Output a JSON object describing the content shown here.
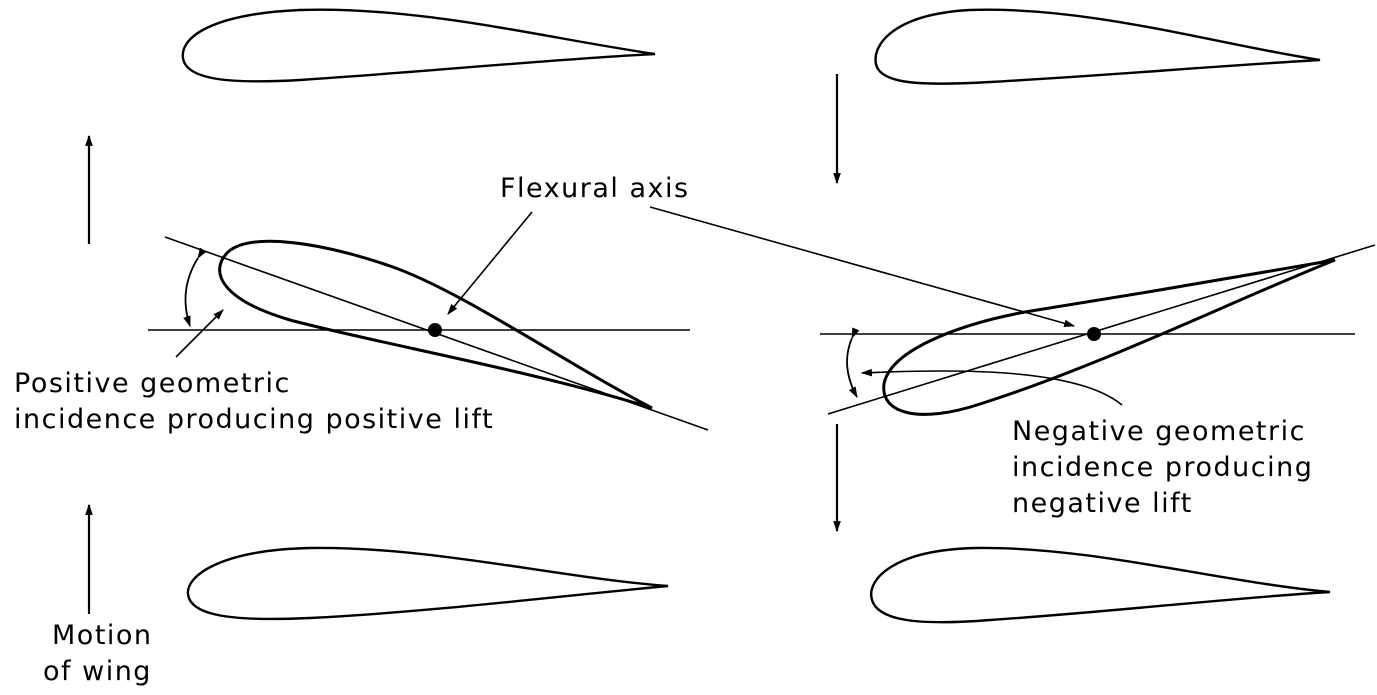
{
  "labels": {
    "flexural_axis": "Flexural axis",
    "positive_line1": "Positive geometric",
    "positive_line2": "incidence producing positive lift",
    "negative_line1": "Negative geometric",
    "negative_line2": "incidence producing",
    "negative_line3": "negative lift",
    "motion_line1": "Motion",
    "motion_line2": "of wing"
  },
  "colors": {
    "ink": "#000000",
    "background": "#ffffff"
  },
  "icons": {
    "motion_up": "arrow-up-icon",
    "motion_down": "arrow-down-icon",
    "flexural_axis_point": "dot-icon"
  }
}
